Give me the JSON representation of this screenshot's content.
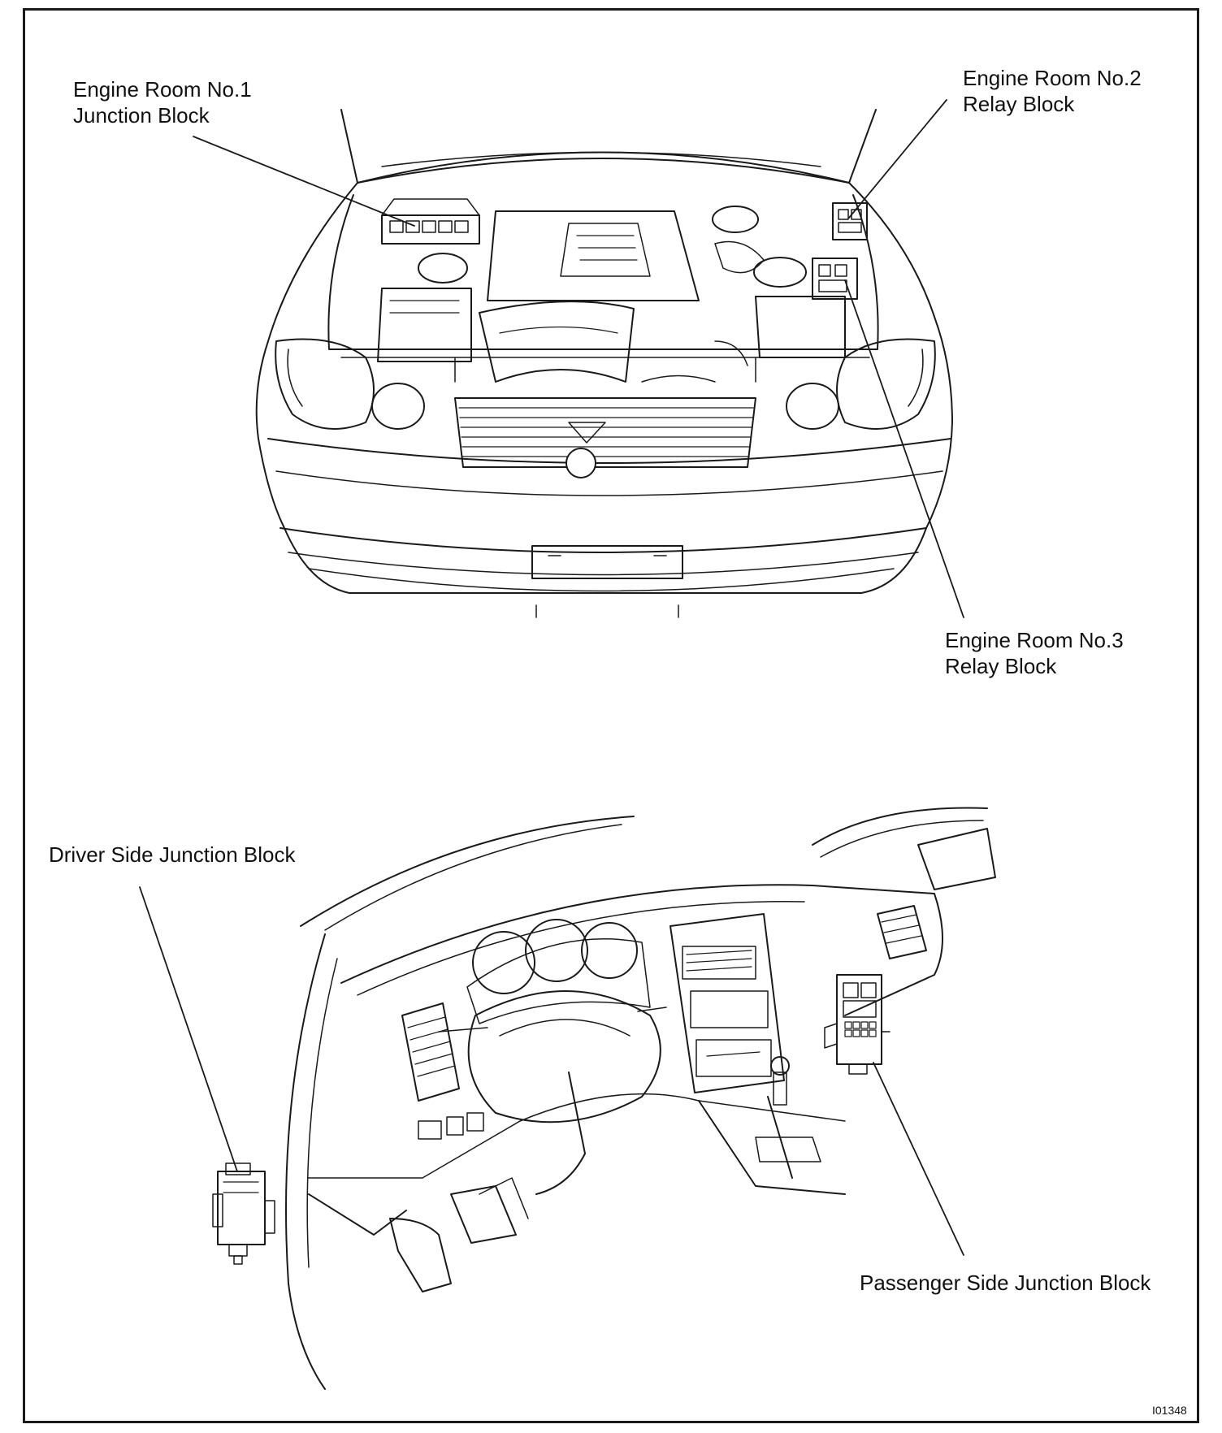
{
  "labels": {
    "engine_room_no1_line1": "Engine Room No.1",
    "engine_room_no1_line2": "Junction Block",
    "engine_room_no2_line1": "Engine Room No.2",
    "engine_room_no2_line2": "Relay Block",
    "engine_room_no3_line1": "Engine Room No.3",
    "engine_room_no3_line2": "Relay Block",
    "driver_side": "Driver Side Junction Block",
    "passenger_side": "Passenger Side Junction Block"
  },
  "figure_id": "I01348"
}
